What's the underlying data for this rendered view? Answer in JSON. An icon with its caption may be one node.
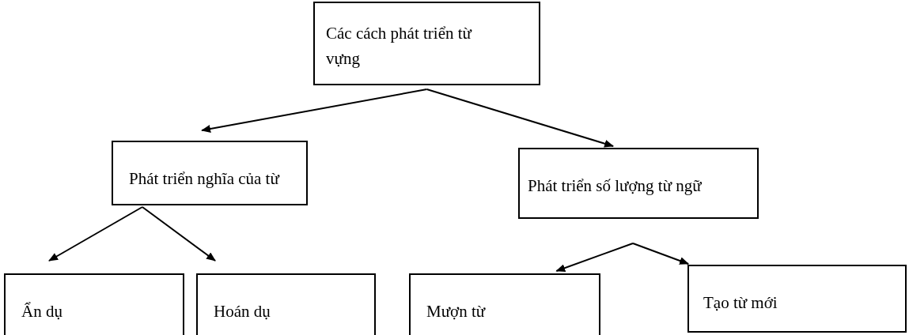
{
  "diagram": {
    "nodes": [
      {
        "text": [
          "Các cách phát triển từ vựng"
        ]
      },
      {
        "text": [
          "Phát triển nghĩa của từ"
        ]
      },
      {
        "text": [
          "Phát triển số lượng từ ngữ"
        ]
      },
      {
        "text": [
          "Ẩn dụ"
        ]
      },
      {
        "text": [
          "Hoán dụ"
        ]
      },
      {
        "text": [
          "Mượn từ"
        ]
      },
      {
        "text": [
          "Tạo từ mới"
        ]
      }
    ],
    "edges": [
      {
        "from": 0,
        "to": 1,
        "arrow": "to"
      },
      {
        "from": 0,
        "to": 2,
        "arrow": "to"
      },
      {
        "from": 1,
        "to": 3,
        "arrow": "to"
      },
      {
        "from": 1,
        "to": 4,
        "arrow": "to"
      },
      {
        "from": 2,
        "to": 5,
        "arrow": "to"
      },
      {
        "from": 2,
        "to": 6,
        "arrow": "to"
      }
    ]
  }
}
